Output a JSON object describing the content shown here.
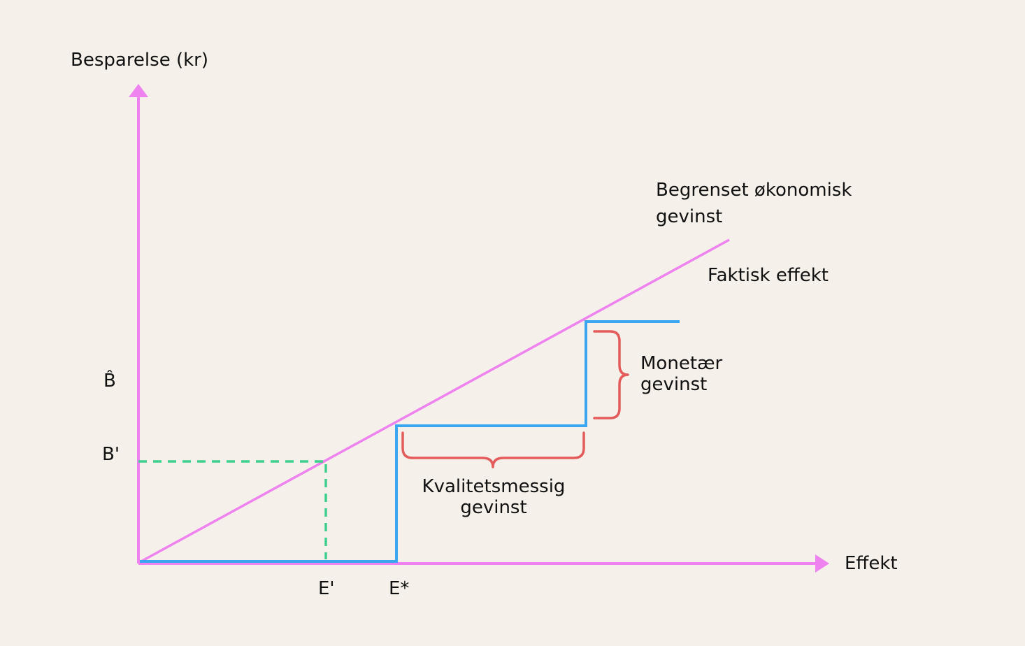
{
  "diagram": {
    "y_axis_label": "Besparelse (kr)",
    "x_axis_label": "Effekt",
    "y_tick_bhat": "B̂",
    "y_tick_bprime": "B'",
    "x_tick_eprime": "E'",
    "x_tick_estar": "E*",
    "line_label_begrenset_1": "Begrenset økonomisk",
    "line_label_begrenset_2": "gevinst",
    "line_label_faktisk": "Faktisk effekt",
    "brace_label_monetaer_1": "Monetær",
    "brace_label_monetaer_2": "gevinst",
    "brace_label_kvalitet_1": "Kvalitetsmessig",
    "brace_label_kvalitet_2": "gevinst"
  },
  "colors": {
    "background": "#f5f1ea",
    "axes": "#ee82ee",
    "faktisk_effekt_line": "#ee82ee",
    "step_function": "#3aa6f0",
    "reference_lines": "#3ecf8e",
    "braces": "#e45b5b",
    "text": "#111111"
  }
}
